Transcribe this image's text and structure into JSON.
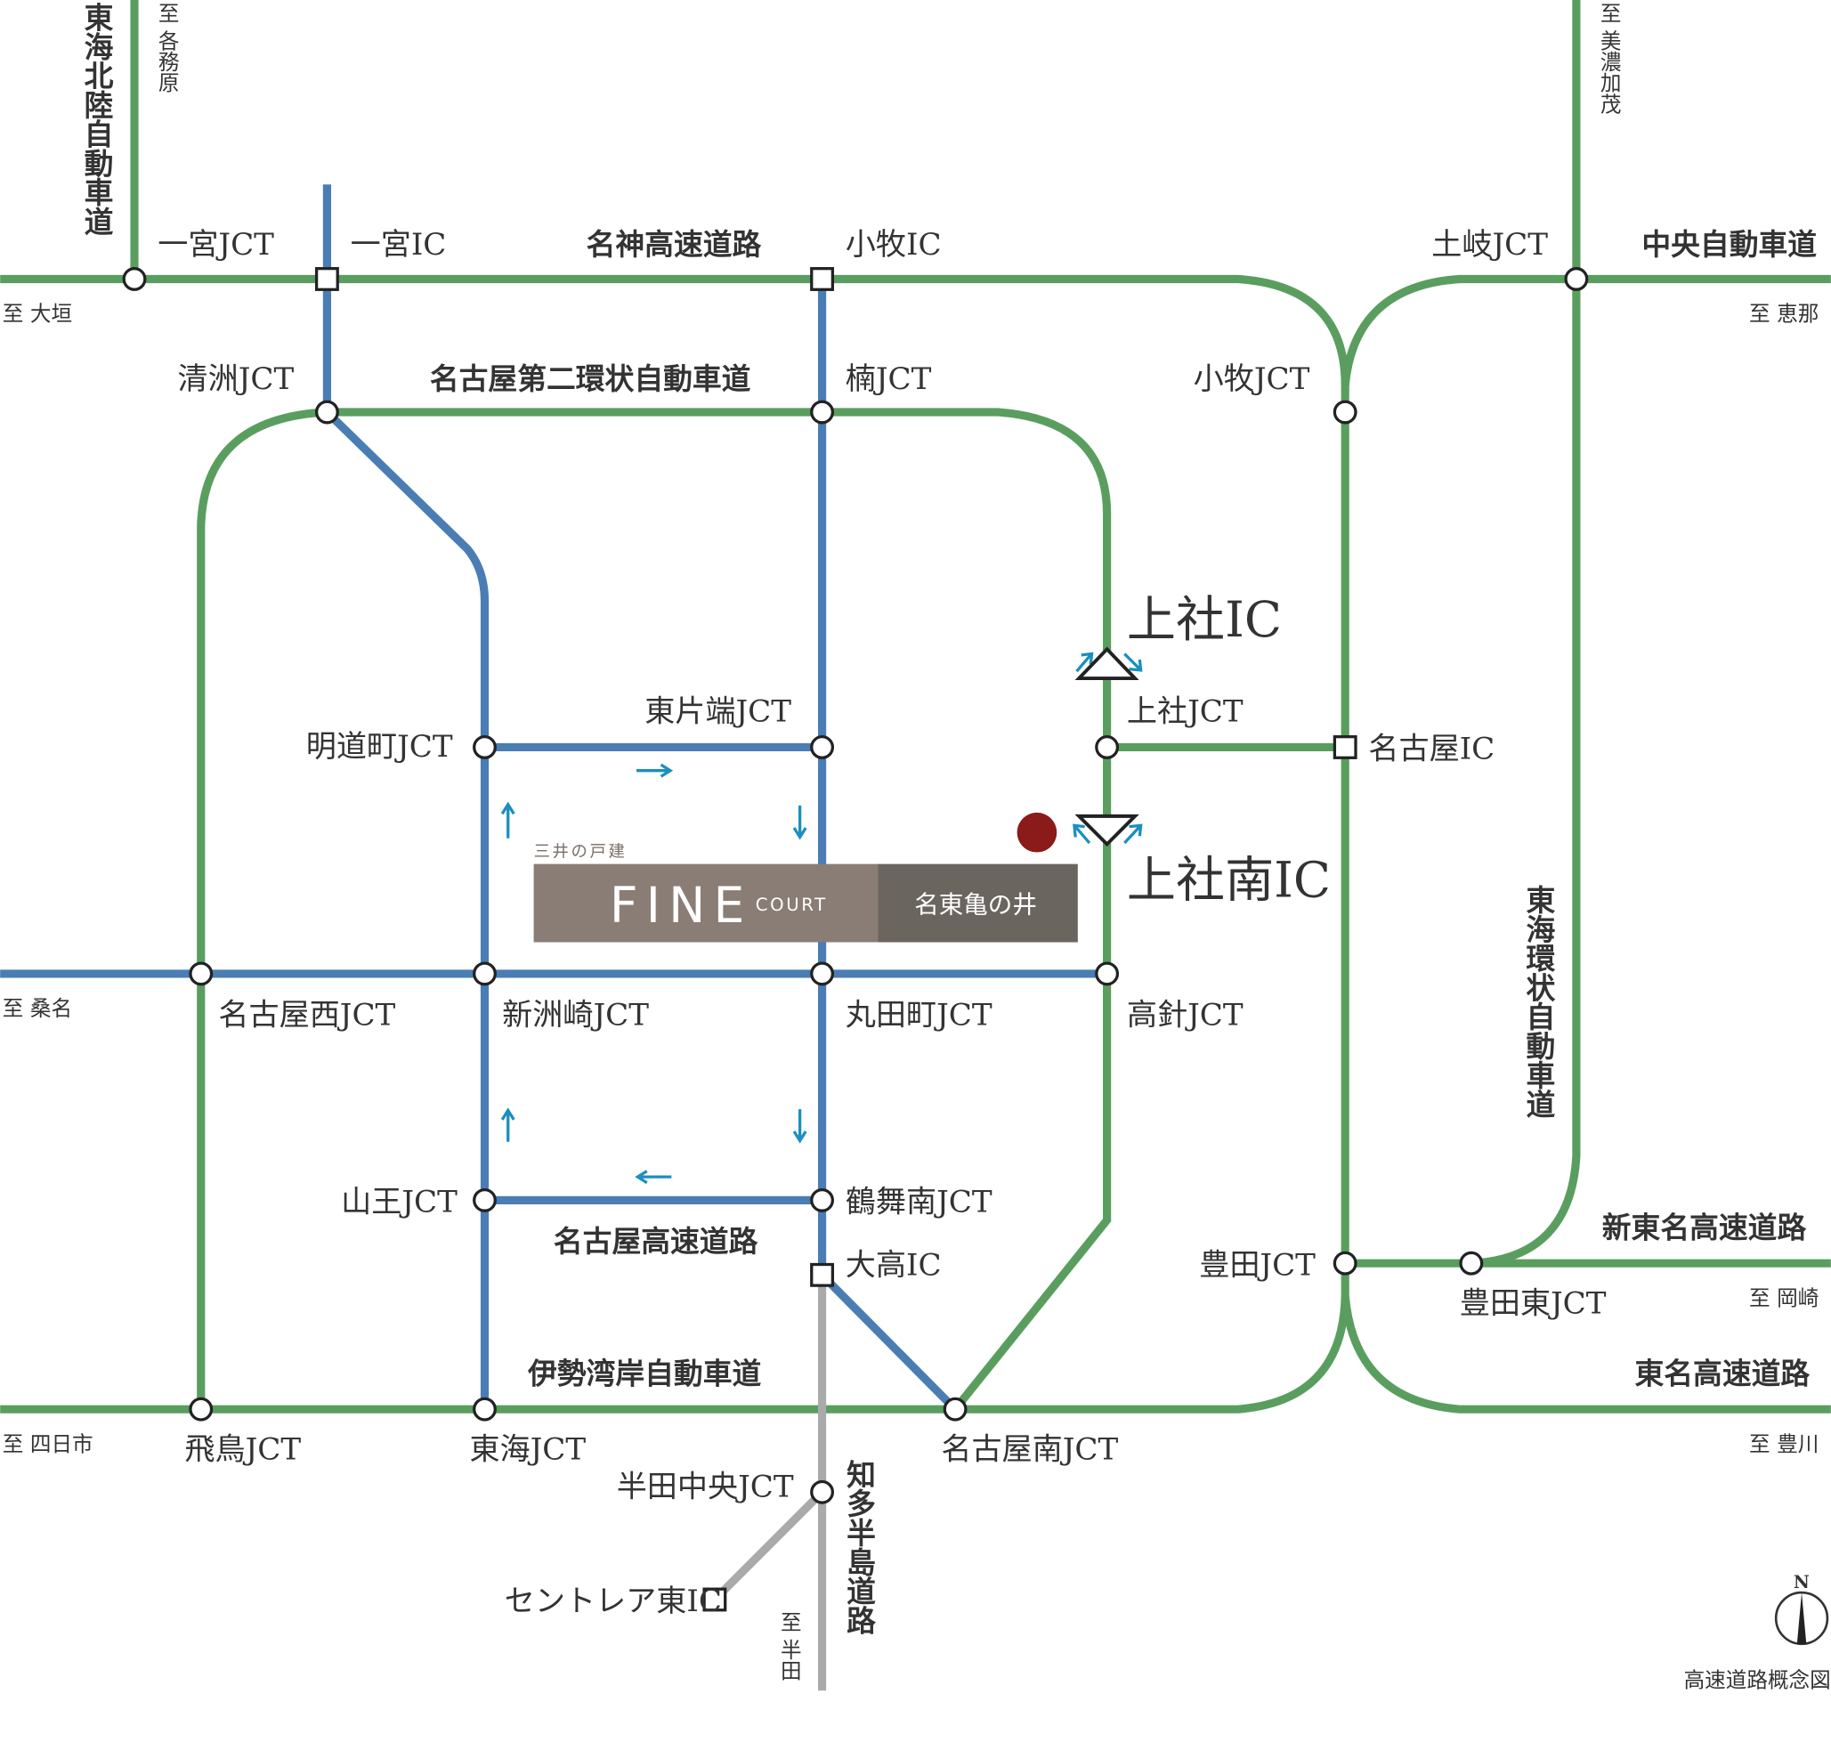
{
  "map_title": "高速道路概念図",
  "north_label": "N",
  "colors": {
    "expressway": "#5a9e5f",
    "urban_expressway": "#4a7db4",
    "toll_road": "#aaaaaa",
    "property_marker": "#8b1a1a",
    "logo_left": "#8a7d75",
    "logo_right": "#6b6560"
  },
  "logo": {
    "brand_small": "三井の戸建",
    "brand_main": "FINE",
    "brand_sub": "COURT",
    "property_name": "名東亀の井"
  },
  "labels": {
    "tokai_hokuriku": "東海北陸自動車道",
    "to_kakamigahara": "至 各務原",
    "ichinomiya_jct": "一宮JCT",
    "ichinomiya_ic": "一宮IC",
    "meishin": "名神高速道路",
    "komaki_ic": "小牧IC",
    "toki_jct": "土岐JCT",
    "chuo": "中央自動車道",
    "to_minokamo": "至 美濃加茂",
    "to_ogaki": "至 大垣",
    "to_ena": "至 恵那",
    "kiyosu_jct": "清洲JCT",
    "nagoya_daini": "名古屋第二環状自動車道",
    "kusu_jct": "楠JCT",
    "komaki_jct": "小牧JCT",
    "kamiyashiro_ic": "上社IC",
    "kamiyashiro_jct": "上社JCT",
    "nagoya_ic": "名古屋IC",
    "meidocho_jct": "明道町JCT",
    "higashikatahata_jct": "東片端JCT",
    "kamiyashiro_minami_ic": "上社南IC",
    "tokai_kanjo": "東海環状自動車道",
    "to_kuwana": "至 桑名",
    "nagoya_nishi_jct": "名古屋西JCT",
    "shinsuzaki_jct": "新洲崎JCT",
    "marutamachi_jct": "丸田町JCT",
    "takabari_jct": "高針JCT",
    "sanno_jct": "山王JCT",
    "tsurumaiminami_jct": "鶴舞南JCT",
    "nagoya_expressway": "名古屋高速道路",
    "odaka_ic": "大高IC",
    "toyota_jct": "豊田JCT",
    "shin_tomei": "新東名高速道路",
    "toyota_higashi_jct": "豊田東JCT",
    "to_okazaki": "至 岡崎",
    "isewangan": "伊勢湾岸自動車道",
    "tomei": "東名高速道路",
    "to_yokkaichi": "至 四日市",
    "tobishima_jct": "飛鳥JCT",
    "tokai_jct": "東海JCT",
    "nagoya_minami_jct": "名古屋南JCT",
    "to_toyokawa": "至 豊川",
    "handa_chuo_jct": "半田中央JCT",
    "chita_hanto": "知多半島道路",
    "centrair_higashi_ic": "セントレア東IC",
    "to_handa": "至 半田"
  }
}
